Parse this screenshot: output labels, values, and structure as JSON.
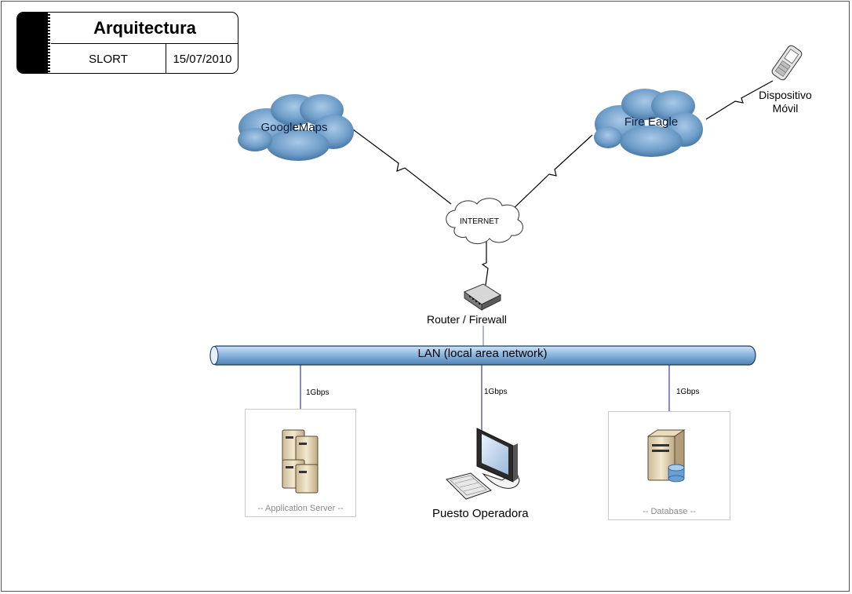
{
  "header": {
    "title": "Arquitectura",
    "project": "SLORT",
    "date": "15/07/2010"
  },
  "clouds": {
    "google_maps": "GoogleMaps",
    "fire_eagle": "Fire Eagle",
    "internet": "INTERNET"
  },
  "devices": {
    "mobile": [
      "Dispositivo",
      "Móvil"
    ],
    "router": "Router / Firewall",
    "workstation": "Puesto Operadora"
  },
  "network": {
    "lan": "LAN (local area network)",
    "links": [
      "1Gbps",
      "1Gbps",
      "1Gbps"
    ]
  },
  "groups": {
    "app_server": "-- Application Server --",
    "database": "-- Database --"
  },
  "colors": {
    "cloud_fill": "#6f9ec9",
    "lan_fill": "#7faedb",
    "link_line": "#3b3b8f",
    "box_border": "#c9c9c9"
  },
  "icons": [
    "mobile-phone-icon",
    "router-icon",
    "workstation-icon",
    "server-rack-icon",
    "database-server-icon"
  ]
}
